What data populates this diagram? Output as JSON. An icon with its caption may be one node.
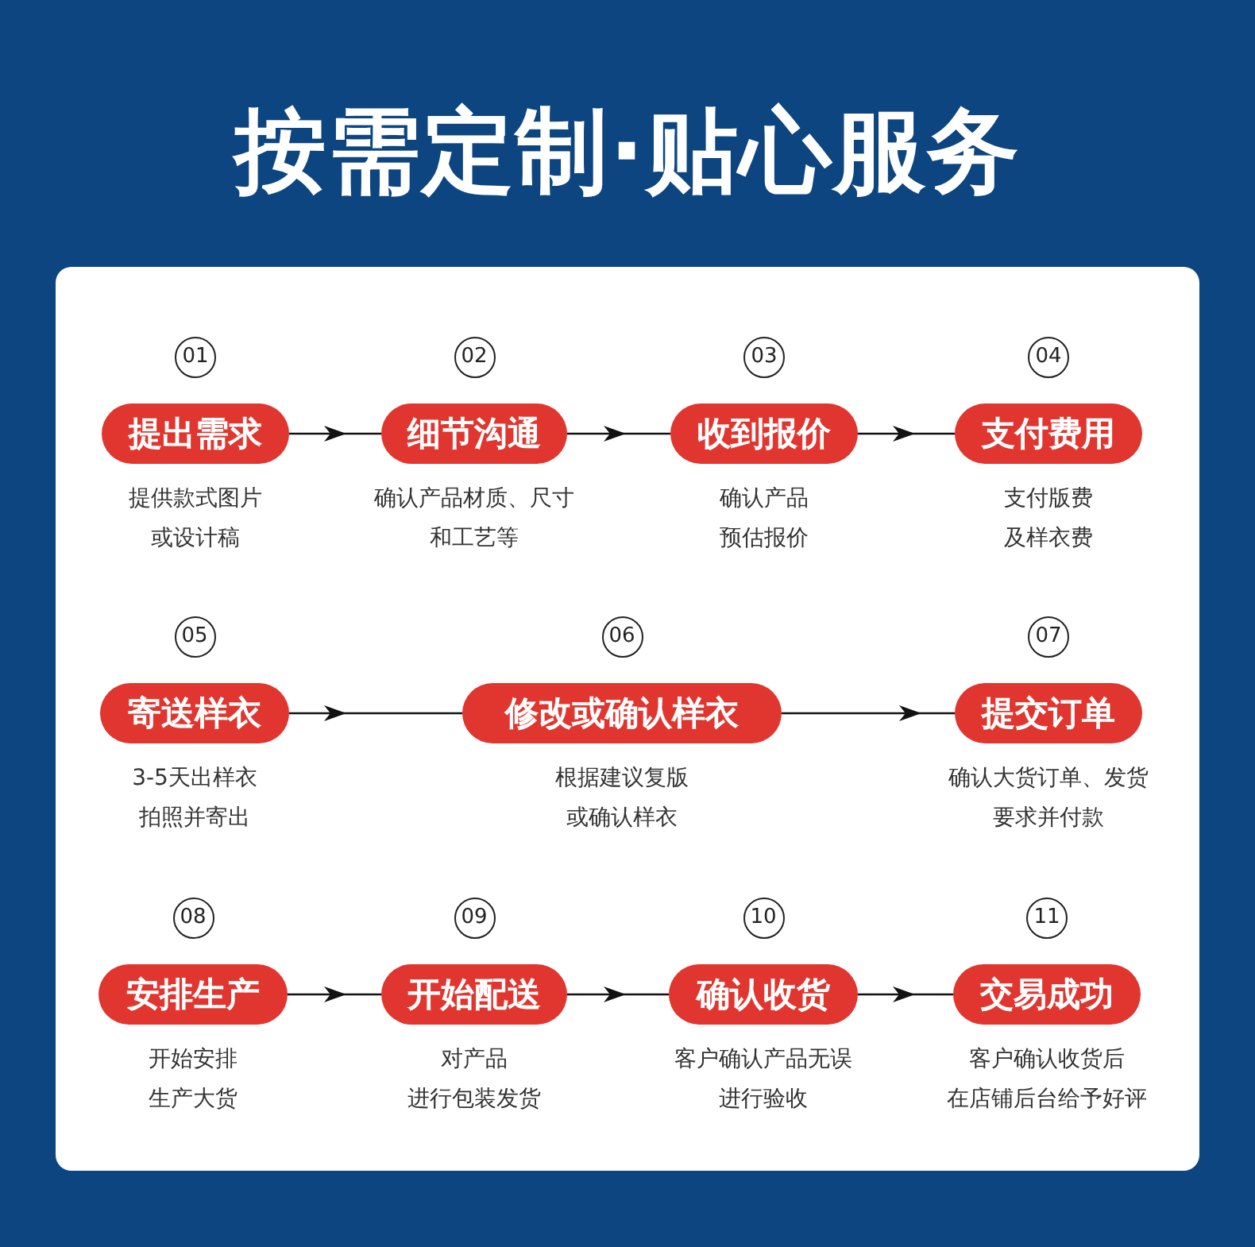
{
  "diagram": {
    "title": "按需定制·贴心服务",
    "nodes": [
      {
        "text": [
          "提出需求"
        ],
        "beside": [
          "01",
          "提供款式图片或设计稿"
        ]
      },
      {
        "text": [
          "细节沟通"
        ],
        "beside": [
          "02",
          "确认产品材质、尺寸和工艺等"
        ]
      },
      {
        "text": [
          "收到报价"
        ],
        "beside": [
          "03",
          "确认产品预估报价"
        ]
      },
      {
        "text": [
          "支付费用"
        ],
        "beside": [
          "04",
          "支付版费及样衣费"
        ]
      },
      {
        "text": [
          "寄送样衣"
        ],
        "beside": [
          "05",
          "3-5天出样衣拍照并寄出"
        ]
      },
      {
        "text": [
          "修改或确认样衣"
        ],
        "beside": [
          "06",
          "根据建议复版或确认样衣"
        ]
      },
      {
        "text": [
          "提交订单"
        ],
        "beside": [
          "07",
          "确认大货订单、发货要求并付款"
        ]
      },
      {
        "text": [
          "安排生产"
        ],
        "beside": [
          "08",
          "开始安排生产大货"
        ]
      },
      {
        "text": [
          "开始配送"
        ],
        "beside": [
          "09",
          "对产品进行包装发货"
        ]
      },
      {
        "text": [
          "确认收货"
        ],
        "beside": [
          "10",
          "客户确认产品无误进行验收"
        ]
      },
      {
        "text": [
          "交易成功"
        ],
        "beside": [
          "11",
          "客户确认收货后在店铺后台给予好评"
        ]
      }
    ],
    "edges": [
      {
        "from": 0,
        "to": 1,
        "arrow": "to"
      },
      {
        "from": 1,
        "to": 2,
        "arrow": "to"
      },
      {
        "from": 2,
        "to": 3,
        "arrow": "to"
      },
      {
        "from": 4,
        "to": 5,
        "arrow": "to"
      },
      {
        "from": 5,
        "to": 6,
        "arrow": "to"
      },
      {
        "from": 7,
        "to": 8,
        "arrow": "to"
      },
      {
        "from": 8,
        "to": 9,
        "arrow": "to"
      },
      {
        "from": 9,
        "to": 10,
        "arrow": "to"
      }
    ]
  }
}
